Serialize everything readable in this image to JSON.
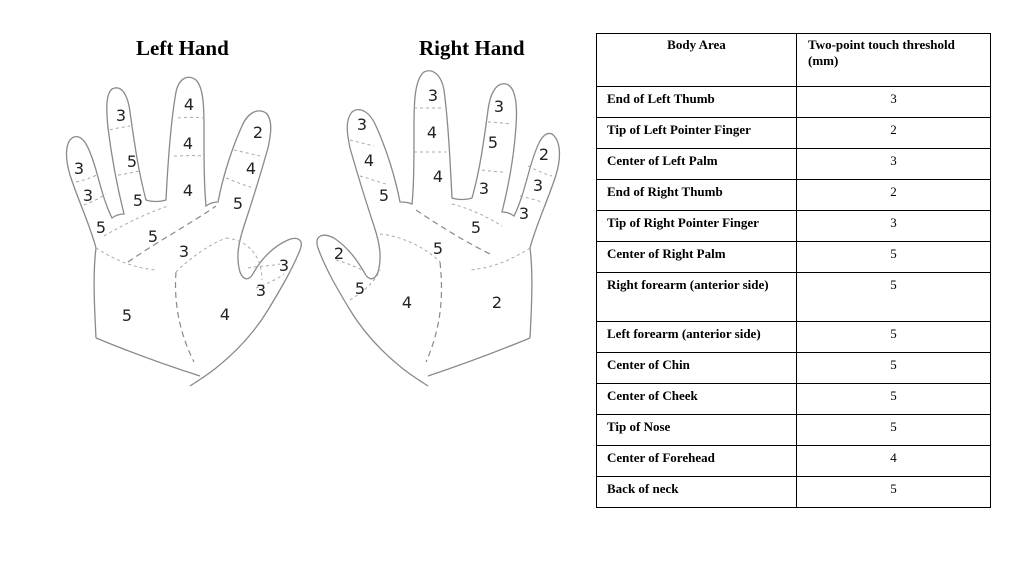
{
  "diagram": {
    "left_title": "Left Hand",
    "right_title": "Right Hand",
    "left_hand_regions": [
      {
        "label": "3",
        "part": "pinky-tip"
      },
      {
        "label": "3",
        "part": "pinky-middle"
      },
      {
        "label": "5",
        "part": "pinky-base"
      },
      {
        "label": "3",
        "part": "ring-tip"
      },
      {
        "label": "5",
        "part": "ring-middle"
      },
      {
        "label": "5",
        "part": "ring-base"
      },
      {
        "label": "4",
        "part": "middle-tip"
      },
      {
        "label": "4",
        "part": "middle-middle"
      },
      {
        "label": "4",
        "part": "middle-base"
      },
      {
        "label": "2",
        "part": "index-tip"
      },
      {
        "label": "4",
        "part": "index-middle"
      },
      {
        "label": "5",
        "part": "index-base"
      },
      {
        "label": "5",
        "part": "upper-palm-left"
      },
      {
        "label": "3",
        "part": "upper-palm-center"
      },
      {
        "label": "3",
        "part": "thumb-tip"
      },
      {
        "label": "3",
        "part": "thumb-base"
      },
      {
        "label": "5",
        "part": "lower-palm"
      },
      {
        "label": "4",
        "part": "thenar"
      }
    ],
    "right_hand_regions": [
      {
        "label": "3",
        "part": "pinky-tip"
      },
      {
        "label": "4",
        "part": "pinky-middle"
      },
      {
        "label": "5",
        "part": "pinky-base"
      },
      {
        "label": "3",
        "part": "ring-tip"
      },
      {
        "label": "4",
        "part": "ring-middle"
      },
      {
        "label": "4",
        "part": "ring-base"
      },
      {
        "label": "3",
        "part": "middle-tip"
      },
      {
        "label": "5",
        "part": "middle-middle"
      },
      {
        "label": "3",
        "part": "middle-base"
      },
      {
        "label": "2",
        "part": "index-tip"
      },
      {
        "label": "3",
        "part": "index-middle"
      },
      {
        "label": "3",
        "part": "index-base"
      },
      {
        "label": "5",
        "part": "upper-palm-center"
      },
      {
        "label": "5",
        "part": "upper-palm-left"
      },
      {
        "label": "2",
        "part": "thumb-tip"
      },
      {
        "label": "5",
        "part": "thumb-base"
      },
      {
        "label": "4",
        "part": "thenar"
      },
      {
        "label": "2",
        "part": "lower-palm"
      }
    ]
  },
  "table": {
    "header_area": "Body Area",
    "header_threshold": "Two-point touch threshold (mm)",
    "rows": [
      {
        "area": "End of Left Thumb",
        "value": "3"
      },
      {
        "area": "Tip of Left Pointer Finger",
        "value": "2"
      },
      {
        "area": "Center of Left Palm",
        "value": "3"
      },
      {
        "area": "End of Right Thumb",
        "value": "2"
      },
      {
        "area": "Tip of Right Pointer Finger",
        "value": "3"
      },
      {
        "area": "Center of Right Palm",
        "value": "5"
      },
      {
        "area": "Right forearm (anterior side)",
        "value": "5"
      },
      {
        "area": "Left forearm (anterior side)",
        "value": "5"
      },
      {
        "area": "Center of Chin",
        "value": "5"
      },
      {
        "area": "Center of Cheek",
        "value": "5"
      },
      {
        "area": "Tip of Nose",
        "value": "5"
      },
      {
        "area": "Center of Forehead",
        "value": "4"
      },
      {
        "area": "Back of neck",
        "value": "5"
      }
    ]
  }
}
